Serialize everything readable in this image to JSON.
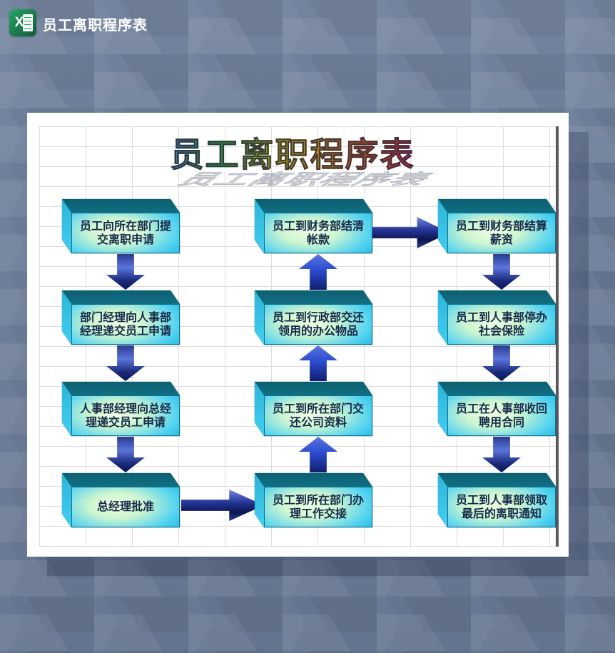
{
  "header": {
    "title": "员工离职程序表",
    "icon": "excel-icon",
    "icon_letter": "X"
  },
  "worksheet": {
    "title": "员工离职程序表",
    "flow": {
      "left": {
        "direction": "down",
        "boxes": [
          {
            "label": "员工向所在部门提交离职申请"
          },
          {
            "label": "部门经理向人事部经理递交员工申请"
          },
          {
            "label": "人事部经理向总经理递交员工申请"
          },
          {
            "label": "总经理批准"
          }
        ]
      },
      "middle": {
        "direction": "up",
        "boxes": [
          {
            "label": "员工到财务部结清帐款"
          },
          {
            "label": "员工到行政部交还领用的办公物品"
          },
          {
            "label": "员工到所在部门交还公司资料"
          },
          {
            "label": "员工到所在部门办理工作交接"
          }
        ]
      },
      "right": {
        "direction": "down",
        "boxes": [
          {
            "label": "员工到财务部结算薪资"
          },
          {
            "label": "员工到人事部停办社会保险"
          },
          {
            "label": "员工在人事部收回聘用合同"
          },
          {
            "label": "员工到人事部领取最后的离职通知"
          }
        ]
      },
      "cross_arrows": [
        {
          "from": "总经理批准",
          "to": "员工到所在部门办理工作交接",
          "direction": "right"
        },
        {
          "from": "员工到财务部结清帐款",
          "to": "员工到财务部结算薪资",
          "direction": "right"
        }
      ]
    },
    "colors": {
      "box_face": "#3cc8ea",
      "box_face_center": "#e9fbda",
      "box_top": "#157d95",
      "box_side": "#3bcaee",
      "arrow": "#1b2d7e",
      "grid_line": "#dcdcdc",
      "box_text": "#16294a"
    }
  }
}
